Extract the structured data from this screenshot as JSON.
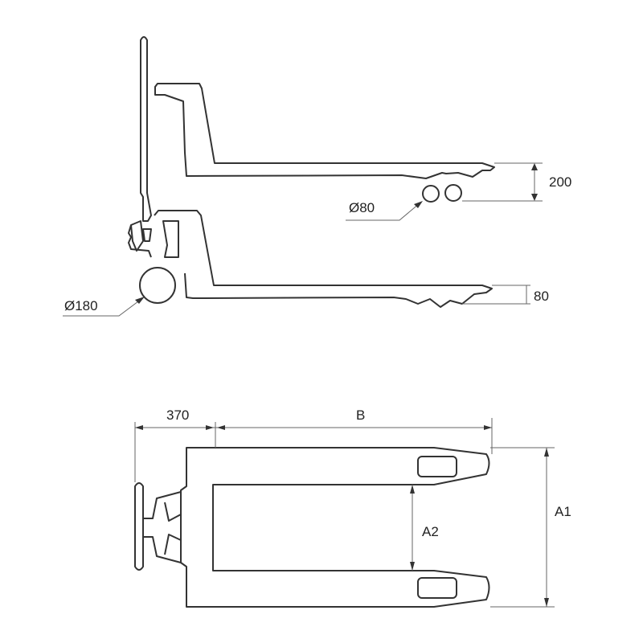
{
  "side_view": {
    "dim_lift_height": "200",
    "dim_lowered_height": "80",
    "dim_load_wheel": "Ø80",
    "dim_steer_wheel": "Ø180"
  },
  "top_view": {
    "dim_handle_length": "370",
    "dim_fork_length": "B",
    "dim_overall_width": "A1",
    "dim_inner_width": "A2"
  }
}
